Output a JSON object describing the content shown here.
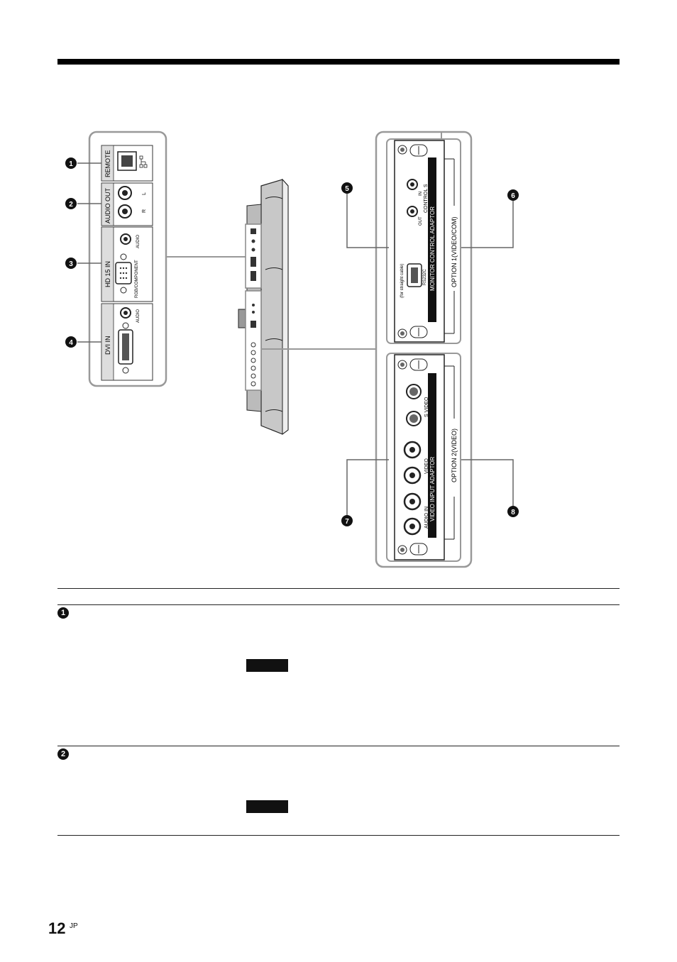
{
  "labels": {
    "remote": "REMOTE",
    "audio_out": "AUDIO OUT",
    "audio_l": "L",
    "audio_r": "R",
    "hd15_in": "HD 15 IN",
    "audio": "AUDIO",
    "rgb_component": "RGB/COMPONENT",
    "dvi_in": "DVI IN",
    "monitor_adaptor": "MONITOR CONTROL ADAPTOR",
    "control_s": "CONTROL S",
    "in": "IN",
    "out": "OUT",
    "rs232c": "RS232C",
    "straight_cable": "(for straight cable)",
    "option1": "OPTION 1(VIDEO/COM)",
    "video_input_adaptor": "VIDEO INPUT ADAPTOR",
    "s_video": "S VIDEO",
    "video": "VIDEO",
    "audio_in": "AUDIO IN",
    "option2": "OPTION 2(VIDEO)"
  },
  "callouts": [
    "1",
    "2",
    "3",
    "4",
    "5",
    "6",
    "7",
    "8"
  ],
  "table": {
    "rows": [
      {
        "number": "1"
      },
      {
        "number": "2"
      }
    ]
  },
  "page": {
    "number": "12",
    "suffix": "JP"
  }
}
